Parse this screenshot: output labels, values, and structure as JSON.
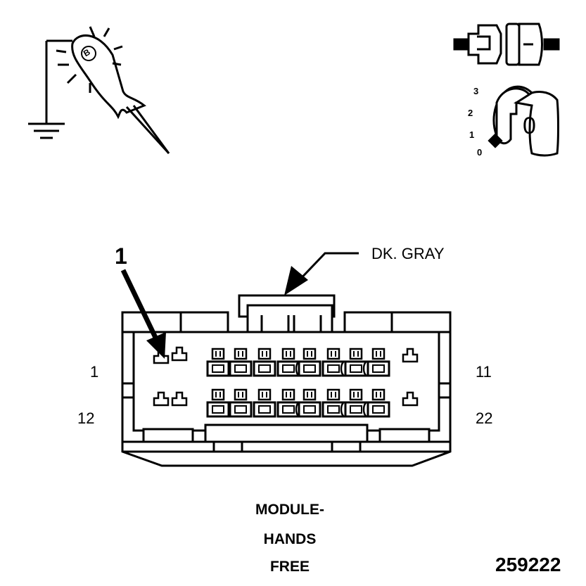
{
  "connector": {
    "color_label": "DK. GRAY",
    "callout_number": "1",
    "pin_labels": {
      "top_left": "1",
      "top_right": "11",
      "bottom_left": "12",
      "bottom_right": "22"
    }
  },
  "caption": {
    "line1": "MODULE-",
    "line2": "HANDS",
    "line3": "FREE"
  },
  "figure_number": "259222",
  "icons": {
    "probe": "test-probe-ground-icon",
    "plug": "connector-plug-icon",
    "ignition": "ignition-key-icon"
  },
  "ignition_positions": [
    "0",
    "1",
    "2",
    "3"
  ],
  "key_label": "0",
  "probe_label": "B"
}
